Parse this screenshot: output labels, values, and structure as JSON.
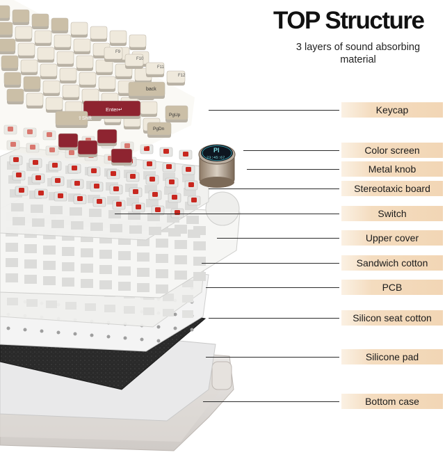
{
  "header": {
    "title": "TOP Structure",
    "subtitle_line1": "3 layers of sound absorbing",
    "subtitle_line2": "material"
  },
  "labels": [
    "Keycap",
    "Color screen",
    "Metal knob",
    "Stereotaxic board",
    "Switch",
    "Upper cover",
    "Sandwich cotton",
    "PCB",
    "Silicon seat cotton",
    "Silicone pad",
    "Bottom case"
  ],
  "knob_screen": {
    "line1": "Pl",
    "line2": "23:45:67"
  },
  "key_legends": {
    "enter": "Enter↵",
    "shift": "⇧Shift",
    "back": "back",
    "pgup": "PgUp",
    "pgdn": "PgDn",
    "f9": "F9",
    "f10": "F10",
    "f11": "F11",
    "f12": "F12"
  },
  "colors": {
    "label_bg": "#f4dcbf",
    "keycap_cream": "#efe9dc",
    "keycap_beige": "#cbbfa7",
    "keycap_red": "#8e2430",
    "switch_red": "#c8271f",
    "foam_black": "#262626",
    "screen_teal": "#7de0e6"
  }
}
